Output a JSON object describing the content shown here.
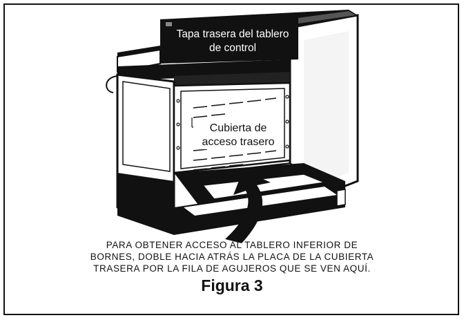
{
  "labels": {
    "control_panel_cover": "Tapa trasera del tablero\nde control",
    "control_panel_cover_line1": "Tapa trasera del tablero",
    "control_panel_cover_line2": "de control",
    "access_cover_line1": "Cubierta de",
    "access_cover_line2": "acceso trasero"
  },
  "caption": {
    "line1": "PARA OBTENER ACCESO AL TABLERO INFERIOR DE",
    "line2": "BORNES, DOBLE HACIA ATRÁS LA PLACA DE LA CUBIERTA",
    "line3": "TRASERA POR LA FILA DE AGUJEROS QUE SE VEN AQUÍ."
  },
  "figure_title": "Figura 3"
}
